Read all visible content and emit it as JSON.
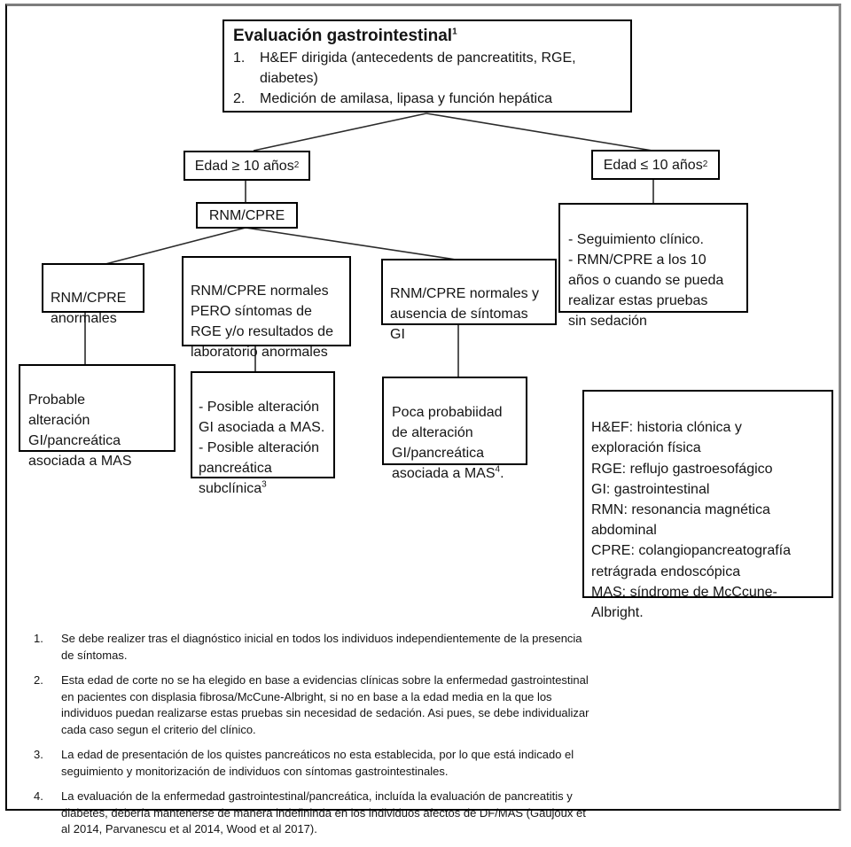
{
  "flowchart": {
    "root": {
      "title": "Evaluación gastrointestinal",
      "title_sup": "1",
      "items": [
        {
          "num": "1.",
          "text": "H&EF dirigida (antecedents de pancreatitits, RGE,\ndiabetes)"
        },
        {
          "num": "2.",
          "text": "Medición de amilasa, lipasa y función hepática"
        }
      ]
    },
    "age_over": {
      "text": "Edad ≥ 10 años",
      "sup": "2"
    },
    "age_under": {
      "text": "Edad ≤ 10 años",
      "sup": "2"
    },
    "rnm_cpre": {
      "text": "RNM/CPRE"
    },
    "followup": {
      "text": "- Seguimiento clínico.\n- RMN/CPRE a los 10\naños o cuando se pueda\nrealizar estas pruebas\nsin sedación"
    },
    "abnormal": {
      "text": "RNM/CPRE\nanormales"
    },
    "normal_with_symptoms": {
      "text": "RNM/CPRE normales\nPERO síntomas de\nRGE y/o resultados de\nlaboratorio anormales"
    },
    "normal_no_symptoms": {
      "text": "RNM/CPRE normales y\nausencia de síntomas\nGI"
    },
    "probable": {
      "text": "Probable\nalteración\nGI/pancreática\nasociada a MAS"
    },
    "possible": {
      "text": "- Posible alteración\nGI asociada a MAS.\n- Posible alteración\npancreática\nsubclínica",
      "sup": "3"
    },
    "unlikely": {
      "text": "Poca probabiidad\nde alteración\nGI/pancreática\nasociada a MAS",
      "sup": "4",
      "post": "."
    }
  },
  "legend": {
    "text": "H&EF: historia clónica y\nexploración física\nRGE: reflujo gastroesofágico\nGI: gastrointestinal\nRMN: resonancia magnética\nabdominal\nCPRE: colangiopancreatografía\nretrágrada endoscópica\nMAS: síndrome de McCcune-\nAlbright."
  },
  "footnotes": [
    {
      "num": "1.",
      "text": "Se debe realizer tras el diagnóstico inicial en todos los individuos independientemente de la presencia de síntomas."
    },
    {
      "num": "2.",
      "text": "Esta edad de corte no se ha elegido en base a evidencias clínicas sobre la enfermedad gastrointestinal en pacientes con displasia fibrosa/McCune-Albright, si no en base a la edad media en la que los individuos puedan realizarse estas pruebas sin necesidad de sedación. Asi pues, se debe individualizar cada caso segun el criterio del clínico."
    },
    {
      "num": "3.",
      "text": "La edad de presentación de los quistes pancreáticos no esta establecida, por lo que está indicado el seguimiento y monitorización de individuos con síntomas gastrointestinales."
    },
    {
      "num": "4.",
      "text": "La evaluación de la enfermedad gastrointestinal/pancreática, incluída la evaluación de pancreatitis y diabetes,  debería mantenerse de manera indefininda en los individuos afectos de DF/MAS (Gaujoux et al 2014,  Parvanescu et al 2014, Wood et al 2017)."
    }
  ]
}
